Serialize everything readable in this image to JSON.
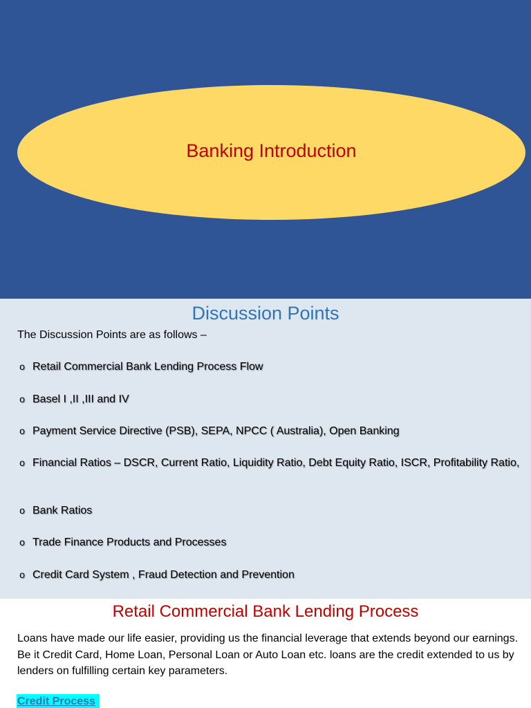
{
  "slide1": {
    "background": "#2f5597",
    "ellipse_color": "#ffd966",
    "title": "Banking Introduction"
  },
  "slide2": {
    "title": "Discussion Points",
    "intro": "The Discussion Points are as follows –",
    "bullet_marker": "o",
    "bullets": [
      "Retail Commercial Bank Lending Process Flow",
      "Basel I ,II ,III and IV",
      "Payment Service Directive (PSB), SEPA, NPCC ( Australia), Open Banking",
      "Financial Ratios – DSCR, Current Ratio, Liquidity Ratio, Debt Equity Ratio, ISCR, Profitability Ratio,",
      "Bank Ratios",
      "Trade Finance Products and Processes",
      "Credit Card System , Fraud Detection and Prevention"
    ]
  },
  "slide3": {
    "title": "Retail Commercial Bank Lending Process",
    "paragraph": "Loans have made our life easier, providing us the financial leverage that extends beyond our earnings. Be it Credit Card, Home Loan, Personal Loan or Auto Loan etc. loans are the credit extended to us by lenders on fulfilling certain key parameters.",
    "section_heading": "Credit Process"
  }
}
